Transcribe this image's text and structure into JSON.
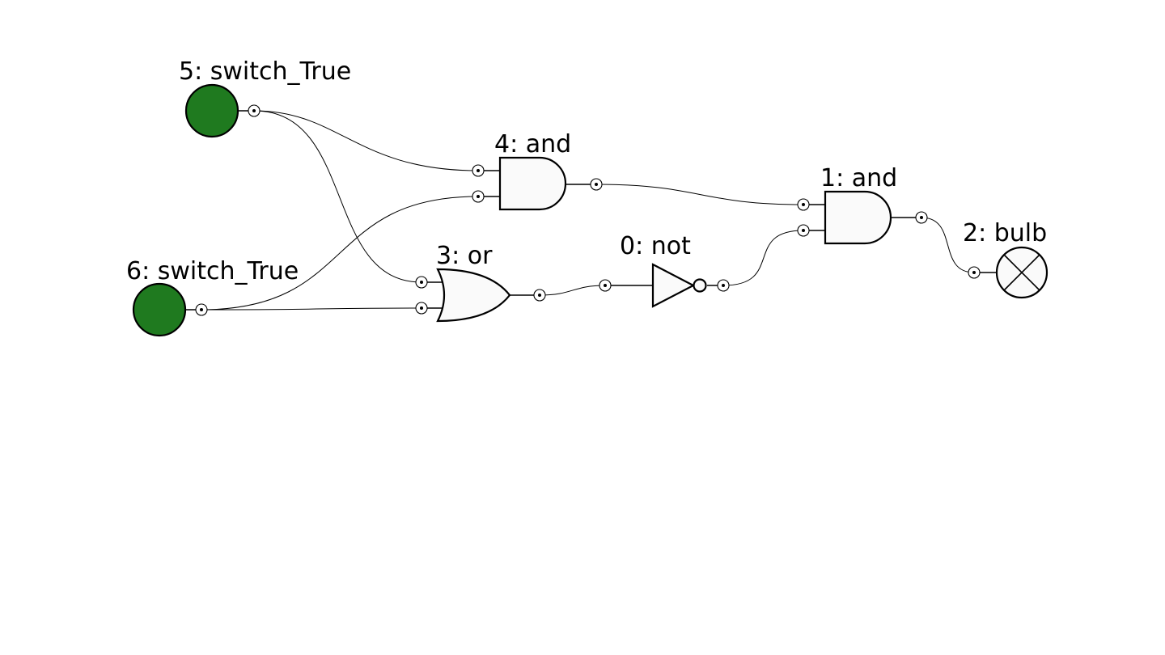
{
  "colors": {
    "switch_on": "#1f7a1f",
    "stroke": "#000000",
    "gate_fill": "#fafafa",
    "background": "#ffffff"
  },
  "nodes": [
    {
      "id": 5,
      "type": "switch",
      "label": "5: switch_True",
      "state": true
    },
    {
      "id": 6,
      "type": "switch",
      "label": "6: switch_True",
      "state": true
    },
    {
      "id": 4,
      "type": "and",
      "label": "4: and"
    },
    {
      "id": 3,
      "type": "or",
      "label": "3: or"
    },
    {
      "id": 0,
      "type": "not",
      "label": "0: not"
    },
    {
      "id": 1,
      "type": "and",
      "label": "1: and"
    },
    {
      "id": 2,
      "type": "bulb",
      "label": "2: bulb"
    }
  ],
  "edges": [
    {
      "from": 5,
      "to": 4,
      "to_input": 0
    },
    {
      "from": 6,
      "to": 4,
      "to_input": 1
    },
    {
      "from": 5,
      "to": 3,
      "to_input": 0
    },
    {
      "from": 6,
      "to": 3,
      "to_input": 1
    },
    {
      "from": 3,
      "to": 0,
      "to_input": 0
    },
    {
      "from": 4,
      "to": 1,
      "to_input": 0
    },
    {
      "from": 0,
      "to": 1,
      "to_input": 1
    },
    {
      "from": 1,
      "to": 2,
      "to_input": 0
    }
  ]
}
